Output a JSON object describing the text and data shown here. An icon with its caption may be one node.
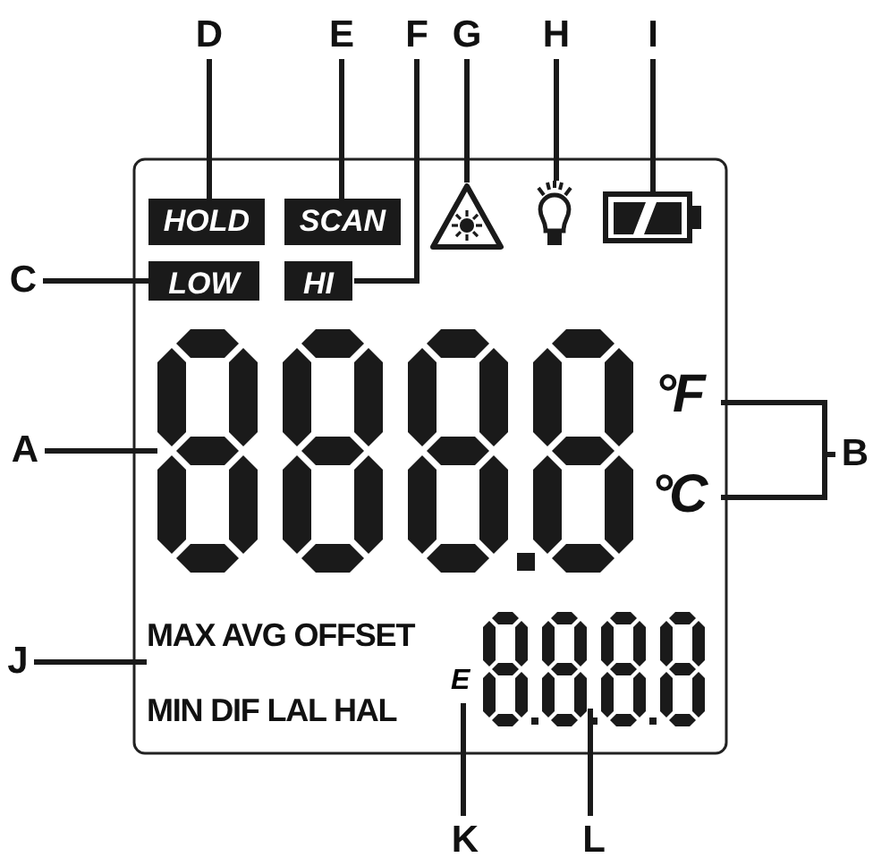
{
  "diagram": {
    "nodes": [
      {
        "text": [
          "D"
        ]
      },
      {
        "text": [
          "E"
        ]
      },
      {
        "text": [
          "F"
        ]
      },
      {
        "text": [
          "G"
        ]
      },
      {
        "text": [
          "H"
        ]
      },
      {
        "text": [
          "I"
        ]
      },
      {
        "text": [
          "HOLD"
        ]
      },
      {
        "text": [
          "SCAN"
        ]
      },
      {
        "text": [],
        "shape": "picture"
      },
      {
        "text": [],
        "shape": "picture"
      },
      {
        "text": [],
        "shape": "picture"
      },
      {
        "text": [
          "C"
        ]
      },
      {
        "text": [
          "LOW"
        ]
      },
      {
        "text": [
          "HI"
        ]
      },
      {
        "text": [
          "A"
        ]
      },
      {
        "text": [],
        "shape": "picture"
      },
      {
        "text": [
          "°F"
        ]
      },
      {
        "text": [
          "°C"
        ]
      },
      {
        "text": [
          "B"
        ]
      },
      {
        "text": [
          "J"
        ]
      },
      {
        "text": [
          "MAX AVG OFFSET",
          "MIN DIF LAL HAL"
        ]
      },
      {
        "text": [
          "E"
        ]
      },
      {
        "text": [],
        "shape": "picture"
      },
      {
        "text": [
          "K"
        ]
      },
      {
        "text": [
          "L"
        ]
      }
    ],
    "edges": [
      {
        "from": 0,
        "to": 6,
        "arrow": "none"
      },
      {
        "from": 1,
        "to": 7,
        "arrow": "none"
      },
      {
        "from": 2,
        "to": 13,
        "arrow": "none"
      },
      {
        "from": 3,
        "to": 8,
        "arrow": "none"
      },
      {
        "from": 4,
        "to": 9,
        "arrow": "none"
      },
      {
        "from": 5,
        "to": 10,
        "arrow": "none"
      },
      {
        "from": 11,
        "to": 12,
        "arrow": "none"
      },
      {
        "from": 14,
        "to": 15,
        "arrow": "none"
      },
      {
        "from": 18,
        "to": 16,
        "arrow": "none"
      },
      {
        "from": 18,
        "to": 17,
        "arrow": "none"
      },
      {
        "from": 19,
        "to": 20,
        "arrow": "none"
      },
      {
        "from": 23,
        "to": 21,
        "arrow": "none"
      },
      {
        "from": 24,
        "to": 22,
        "arrow": "none"
      }
    ]
  }
}
